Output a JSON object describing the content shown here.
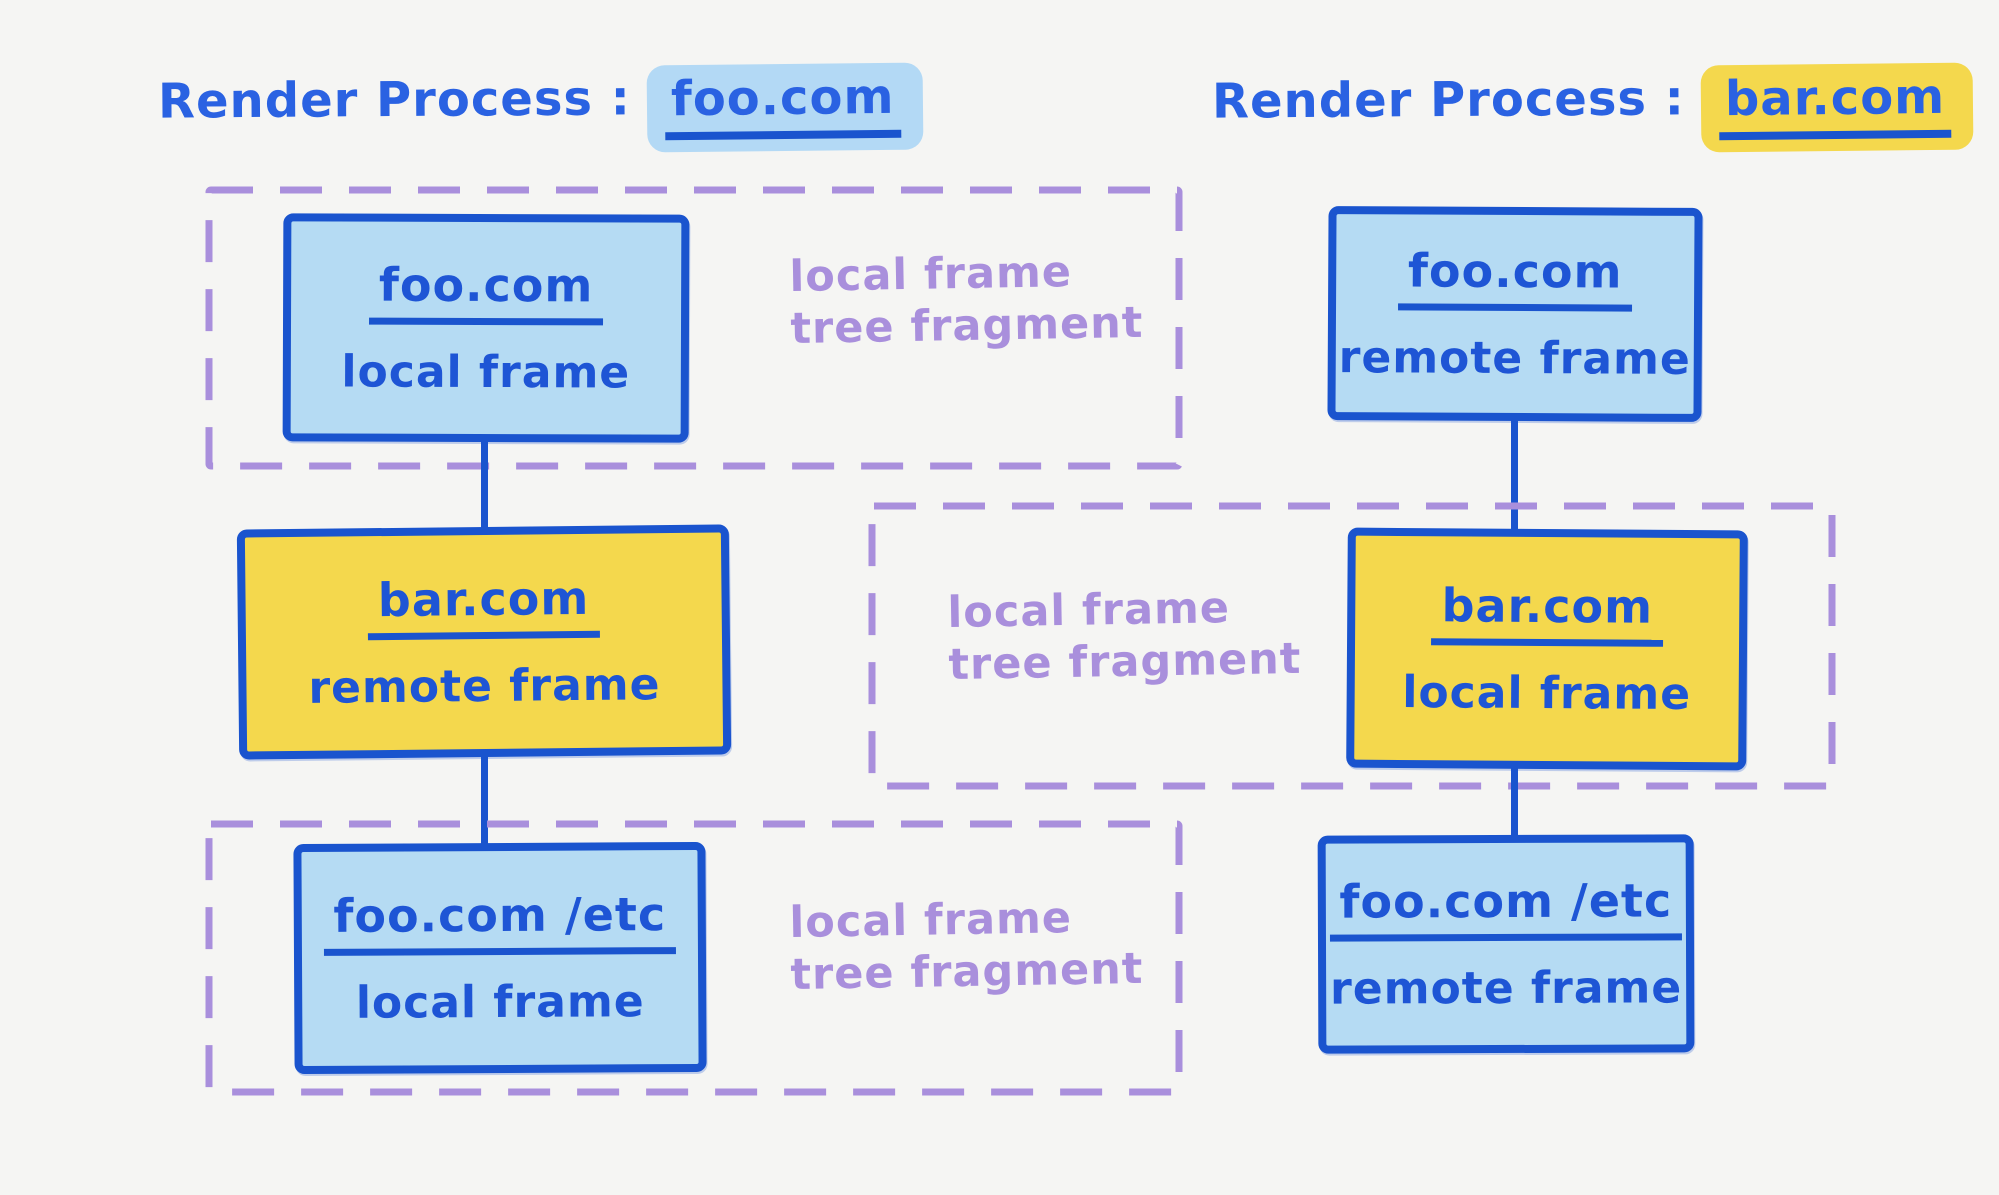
{
  "palette": {
    "stroke_blue": "#1a54ce",
    "text_blue": "#1e55d5",
    "title_blue": "#2a62e2",
    "light_blue": "#b5dbf3",
    "highlight_blue": "#b3d9f5",
    "yellow": "#f4d84d",
    "purple": "#a98fdc",
    "background": "#f5f5f3"
  },
  "left": {
    "title_prefix": "Render Process :",
    "title_domain": "foo.com",
    "nodes": [
      {
        "domain": "foo.com",
        "role": "local frame"
      },
      {
        "domain": "bar.com",
        "role": "remote frame"
      },
      {
        "domain": "foo.com /etc",
        "role": "local frame"
      }
    ],
    "labels": [
      {
        "line1": "local frame",
        "line2": "tree fragment"
      },
      {
        "line1": "local frame",
        "line2": "tree fragment"
      }
    ]
  },
  "right": {
    "title_prefix": "Render Process :",
    "title_domain": "bar.com",
    "nodes": [
      {
        "domain": "foo.com",
        "role": "remote frame"
      },
      {
        "domain": "bar.com",
        "role": "local frame"
      },
      {
        "domain": "foo.com /etc",
        "role": "remote frame"
      }
    ],
    "labels": [
      {
        "line1": "local frame",
        "line2": "tree fragment"
      }
    ]
  }
}
